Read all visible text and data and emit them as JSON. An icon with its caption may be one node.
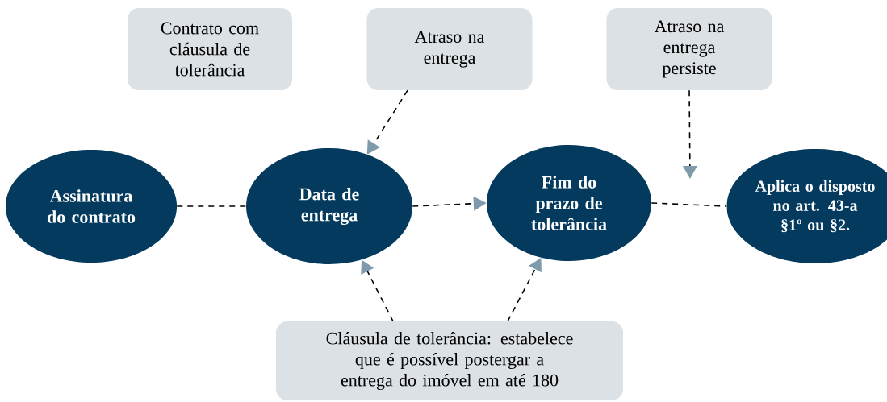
{
  "diagram": {
    "nodes": [
      {
        "text": [
          "Contrato com cláusula de tolerância"
        ]
      },
      {
        "text": [
          "Atraso na entrega"
        ]
      },
      {
        "text": [
          "Atraso na entrega persiste"
        ]
      },
      {
        "text": [
          "Assinatura do contrato"
        ]
      },
      {
        "text": [
          "Data de entrega"
        ]
      },
      {
        "text": [
          "Fim do prazo de tolerância"
        ]
      },
      {
        "text": [
          "Aplica o disposto no art. 43-a §1º ou §2."
        ]
      },
      {
        "text": [
          "Cláusula de tolerância: estabelece que é possível postergar a entrega do imóvel em até 180"
        ]
      }
    ],
    "edges": [
      {
        "from": 3,
        "to": 4,
        "arrow": "none",
        "style": "dashed"
      },
      {
        "from": 4,
        "to": 5,
        "arrow": "to",
        "style": "dashed"
      },
      {
        "from": 5,
        "to": 6,
        "arrow": "none",
        "style": "dashed"
      },
      {
        "from": 1,
        "to": 4,
        "arrow": "to",
        "style": "dashed"
      },
      {
        "from": 2,
        "to": null,
        "arrow": "to",
        "style": "dashed"
      },
      {
        "from": 7,
        "to": 4,
        "arrow": "to",
        "style": "dashed"
      },
      {
        "from": 7,
        "to": 5,
        "arrow": "to",
        "style": "dashed"
      }
    ]
  }
}
